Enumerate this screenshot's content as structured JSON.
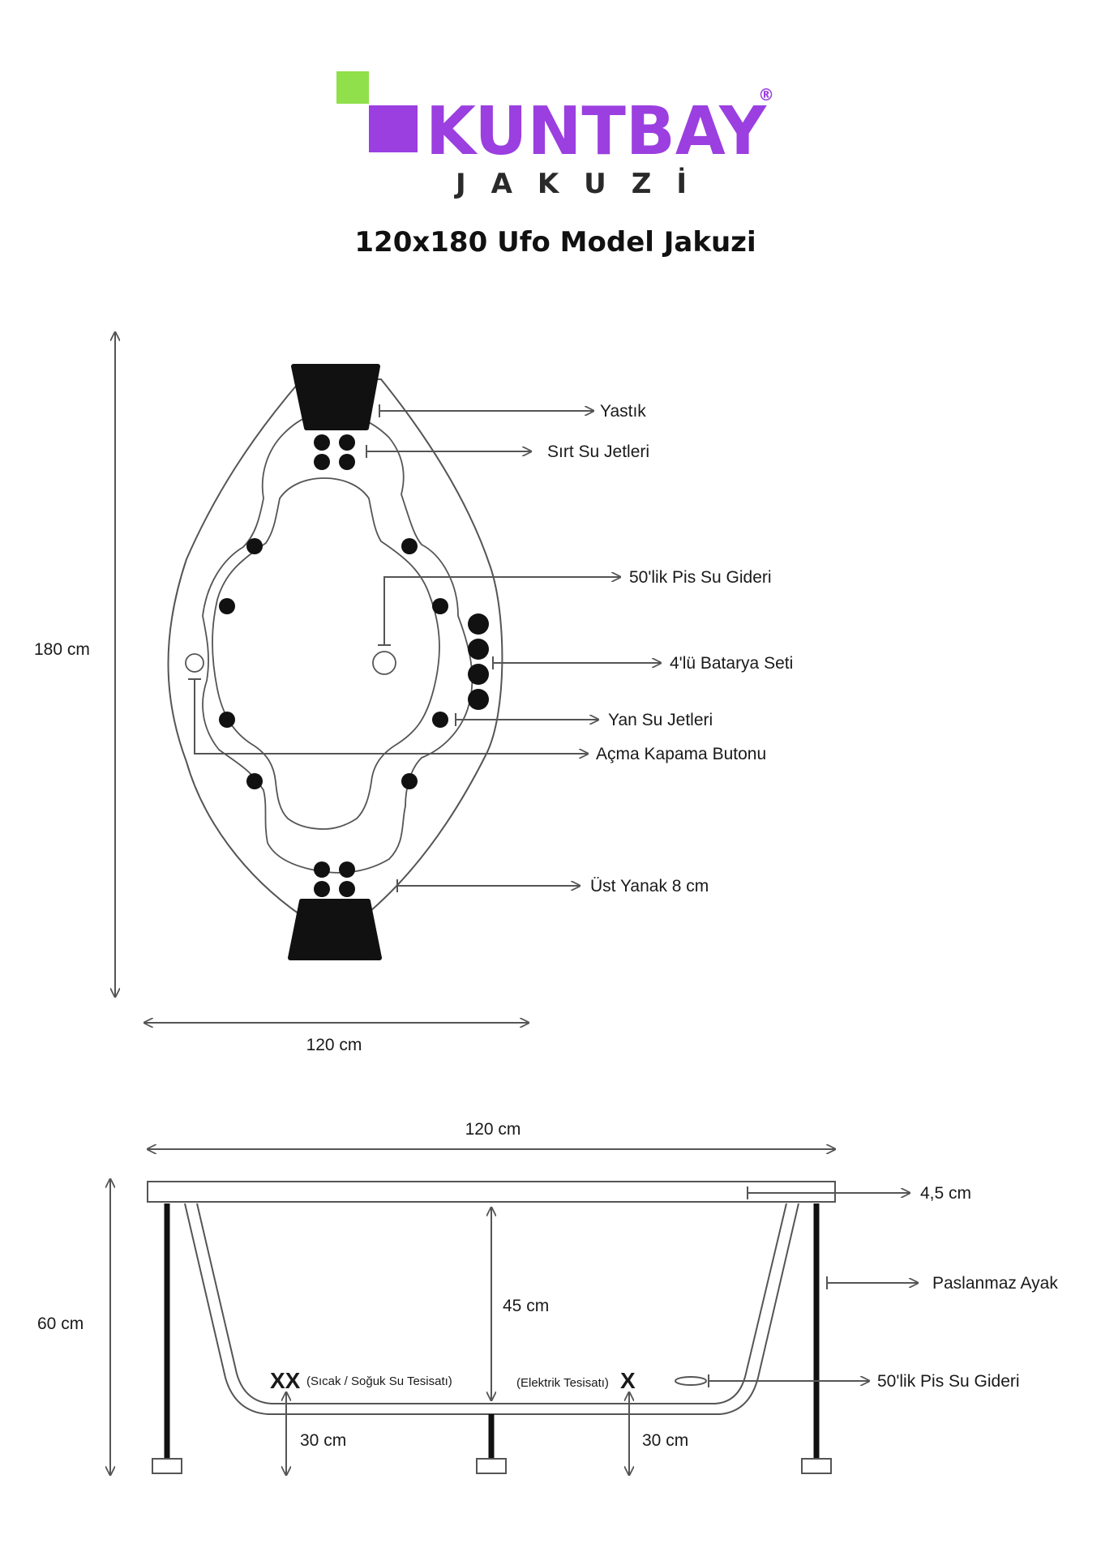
{
  "logo": {
    "brand": "KUNTBAY",
    "registered": "®",
    "sub": "J A K U Z İ",
    "color_brand": "#9b3fe0",
    "color_square": "#8fe04a"
  },
  "title": "120x180 Ufo Model Jakuzi",
  "top_view": {
    "height_label": "180 cm",
    "width_label": "120 cm",
    "callouts": {
      "pillow": "Yastık",
      "back_jets": "Sırt Su Jetleri",
      "drain": "50'lik Pis Su Gideri",
      "battery": "4'lü Batarya Seti",
      "side_jets": "Yan Su Jetleri",
      "button": "Açma Kapama Butonu",
      "rim": "Üst Yanak 8 cm"
    }
  },
  "side_view": {
    "width_label": "120 cm",
    "height_label": "60 cm",
    "depth_label": "45 cm",
    "rim_label": "4,5 cm",
    "leg_label": "Paslanmaz Ayak",
    "drain_label": "50'lik Pis Su Gideri",
    "water_mark": "XX",
    "water_label": "(Sıcak / Soğuk Su Tesisatı)",
    "electric_label": "(Elektrik Tesisatı)",
    "electric_mark": "X",
    "left_offset": "30 cm",
    "right_offset": "30 cm"
  },
  "colors": {
    "line": "#555555",
    "fill_dark": "#111111"
  }
}
